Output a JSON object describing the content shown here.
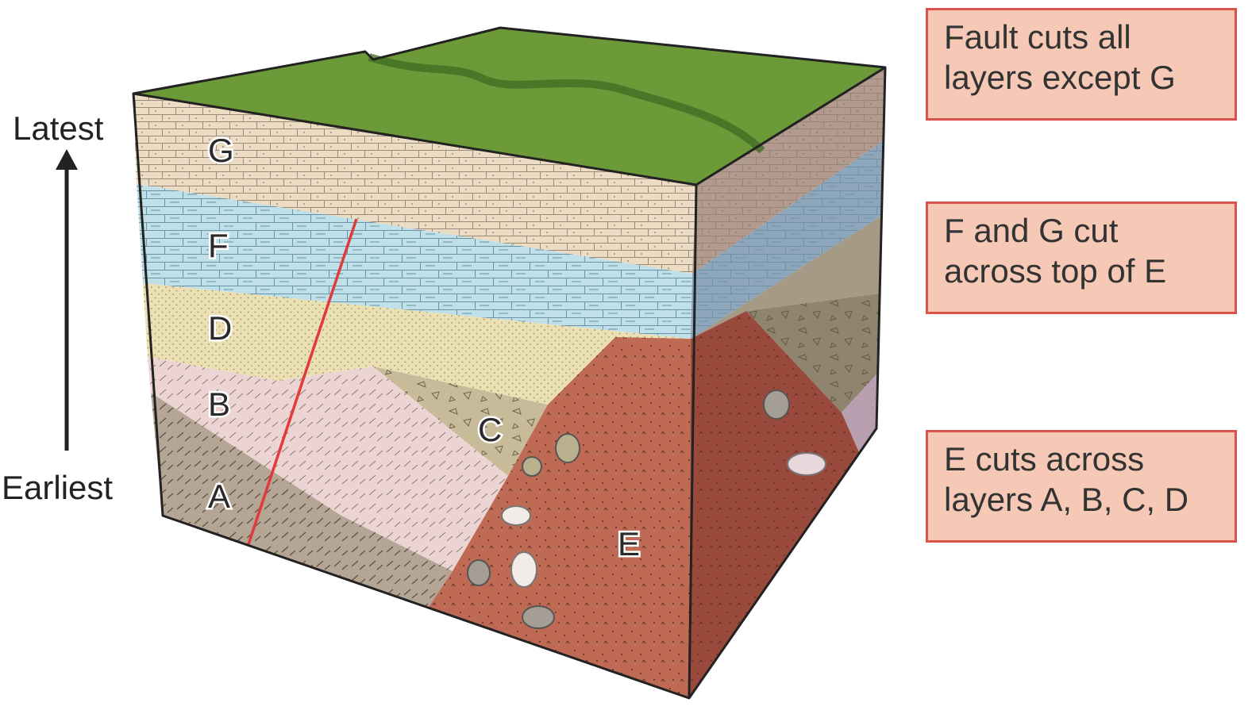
{
  "top_caption": "",
  "time_axis": {
    "top_label": "Latest",
    "bottom_label": "Earliest"
  },
  "layers": [
    {
      "id": "G",
      "label": "G",
      "color": "#ecdcc3"
    },
    {
      "id": "F",
      "label": "F",
      "color": "#bfe0e8"
    },
    {
      "id": "D",
      "label": "D",
      "color": "#ebe0b4"
    },
    {
      "id": "B",
      "label": "B",
      "color": "#ecd4d2"
    },
    {
      "id": "A",
      "label": "A",
      "color": "#b4a595"
    },
    {
      "id": "C",
      "label": "C",
      "color": "#c8bb9a"
    },
    {
      "id": "E",
      "label": "E",
      "color": "#bf6a55"
    }
  ],
  "surface_color": "#6d9a38",
  "fault_color": "#e03a3a",
  "notes": [
    {
      "id": "fault",
      "text": "Fault cuts all layers except G",
      "fill": "#f5c9b6",
      "border": "#d9534c"
    },
    {
      "id": "fg",
      "text": "F and G cut across top of E",
      "fill": "#f5c9b6",
      "border": "#d9534c"
    },
    {
      "id": "e",
      "text": "E cuts across layers A, B, C, D",
      "fill": "#f5c9b6",
      "border": "#d9534c"
    }
  ]
}
